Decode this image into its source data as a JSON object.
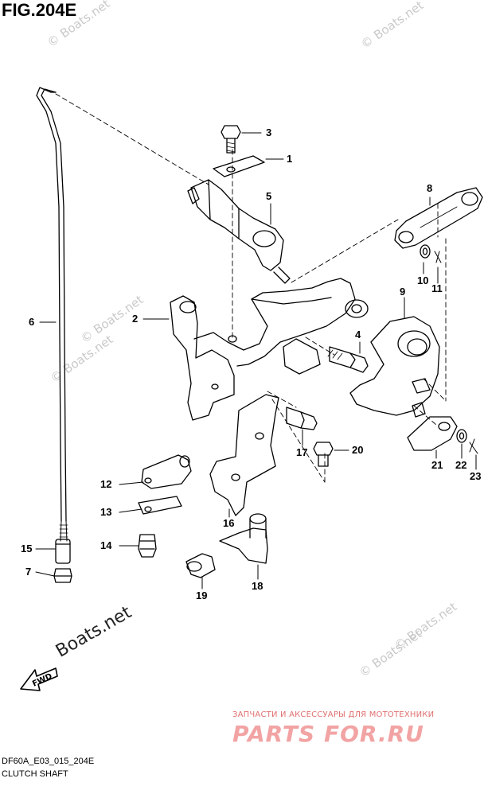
{
  "figure": {
    "title": "FIG.204E",
    "caption_code": "DF60A_E03_015_204E",
    "caption_name": "CLUTCH SHAFT"
  },
  "watermarks": {
    "text": "© Boats.net",
    "large": "Boats.net",
    "fwd_label": "FWD"
  },
  "promo": {
    "top_line": "ЗАПЧАСТИ И АКСЕССУАРЫ ДЛЯ МОТОТЕХНИКИ",
    "logo": "PARTS FOR.RU"
  },
  "callouts": [
    {
      "id": "c1",
      "label": "1"
    },
    {
      "id": "c2",
      "label": "2"
    },
    {
      "id": "c3",
      "label": "3"
    },
    {
      "id": "c4",
      "label": "4"
    },
    {
      "id": "c5",
      "label": "5"
    },
    {
      "id": "c6",
      "label": "6"
    },
    {
      "id": "c7",
      "label": "7"
    },
    {
      "id": "c8",
      "label": "8"
    },
    {
      "id": "c9",
      "label": "9"
    },
    {
      "id": "c10",
      "label": "10"
    },
    {
      "id": "c11",
      "label": "11"
    },
    {
      "id": "c12",
      "label": "12"
    },
    {
      "id": "c13",
      "label": "13"
    },
    {
      "id": "c14",
      "label": "14"
    },
    {
      "id": "c15",
      "label": "15"
    },
    {
      "id": "c16",
      "label": "16"
    },
    {
      "id": "c17",
      "label": "17"
    },
    {
      "id": "c18",
      "label": "18"
    },
    {
      "id": "c19",
      "label": "19"
    },
    {
      "id": "c20",
      "label": "20"
    },
    {
      "id": "c21",
      "label": "21"
    },
    {
      "id": "c22",
      "label": "22"
    },
    {
      "id": "c23",
      "label": "23"
    }
  ]
}
